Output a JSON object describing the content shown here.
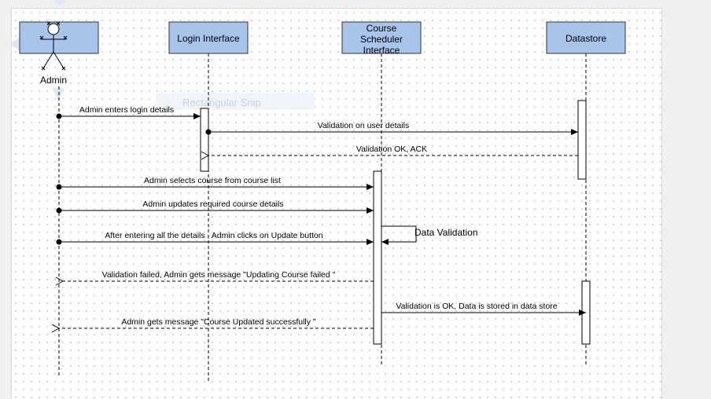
{
  "participants": {
    "admin": "Admin",
    "login": "Login Interface",
    "scheduler_lines": [
      "Course",
      "Scheduler",
      "Interface"
    ],
    "datastore": "Datastore"
  },
  "overlay_snip_label": "Rectangular Snip",
  "messages": {
    "m1": "Admin enters login details",
    "m2": "Validation on user details",
    "m3": "Validation OK, ACK",
    "m4": "Admin selects course from course list",
    "m5": "Admin updates required course details",
    "m6": "After entering all the details , Admin clicks on Update button",
    "self": "Data Validation",
    "m7": "Validation failed, Admin gets message \"Updating Course failed \"",
    "m8": "Validation is OK, Data is stored in data store",
    "m9": "Admin gets message \"Course Updated successfully \""
  },
  "colors": {
    "header_fill": "#a9c4eb",
    "header_stroke": "#333333",
    "line": "#000000",
    "snip_tint": "#dfe9f5"
  }
}
